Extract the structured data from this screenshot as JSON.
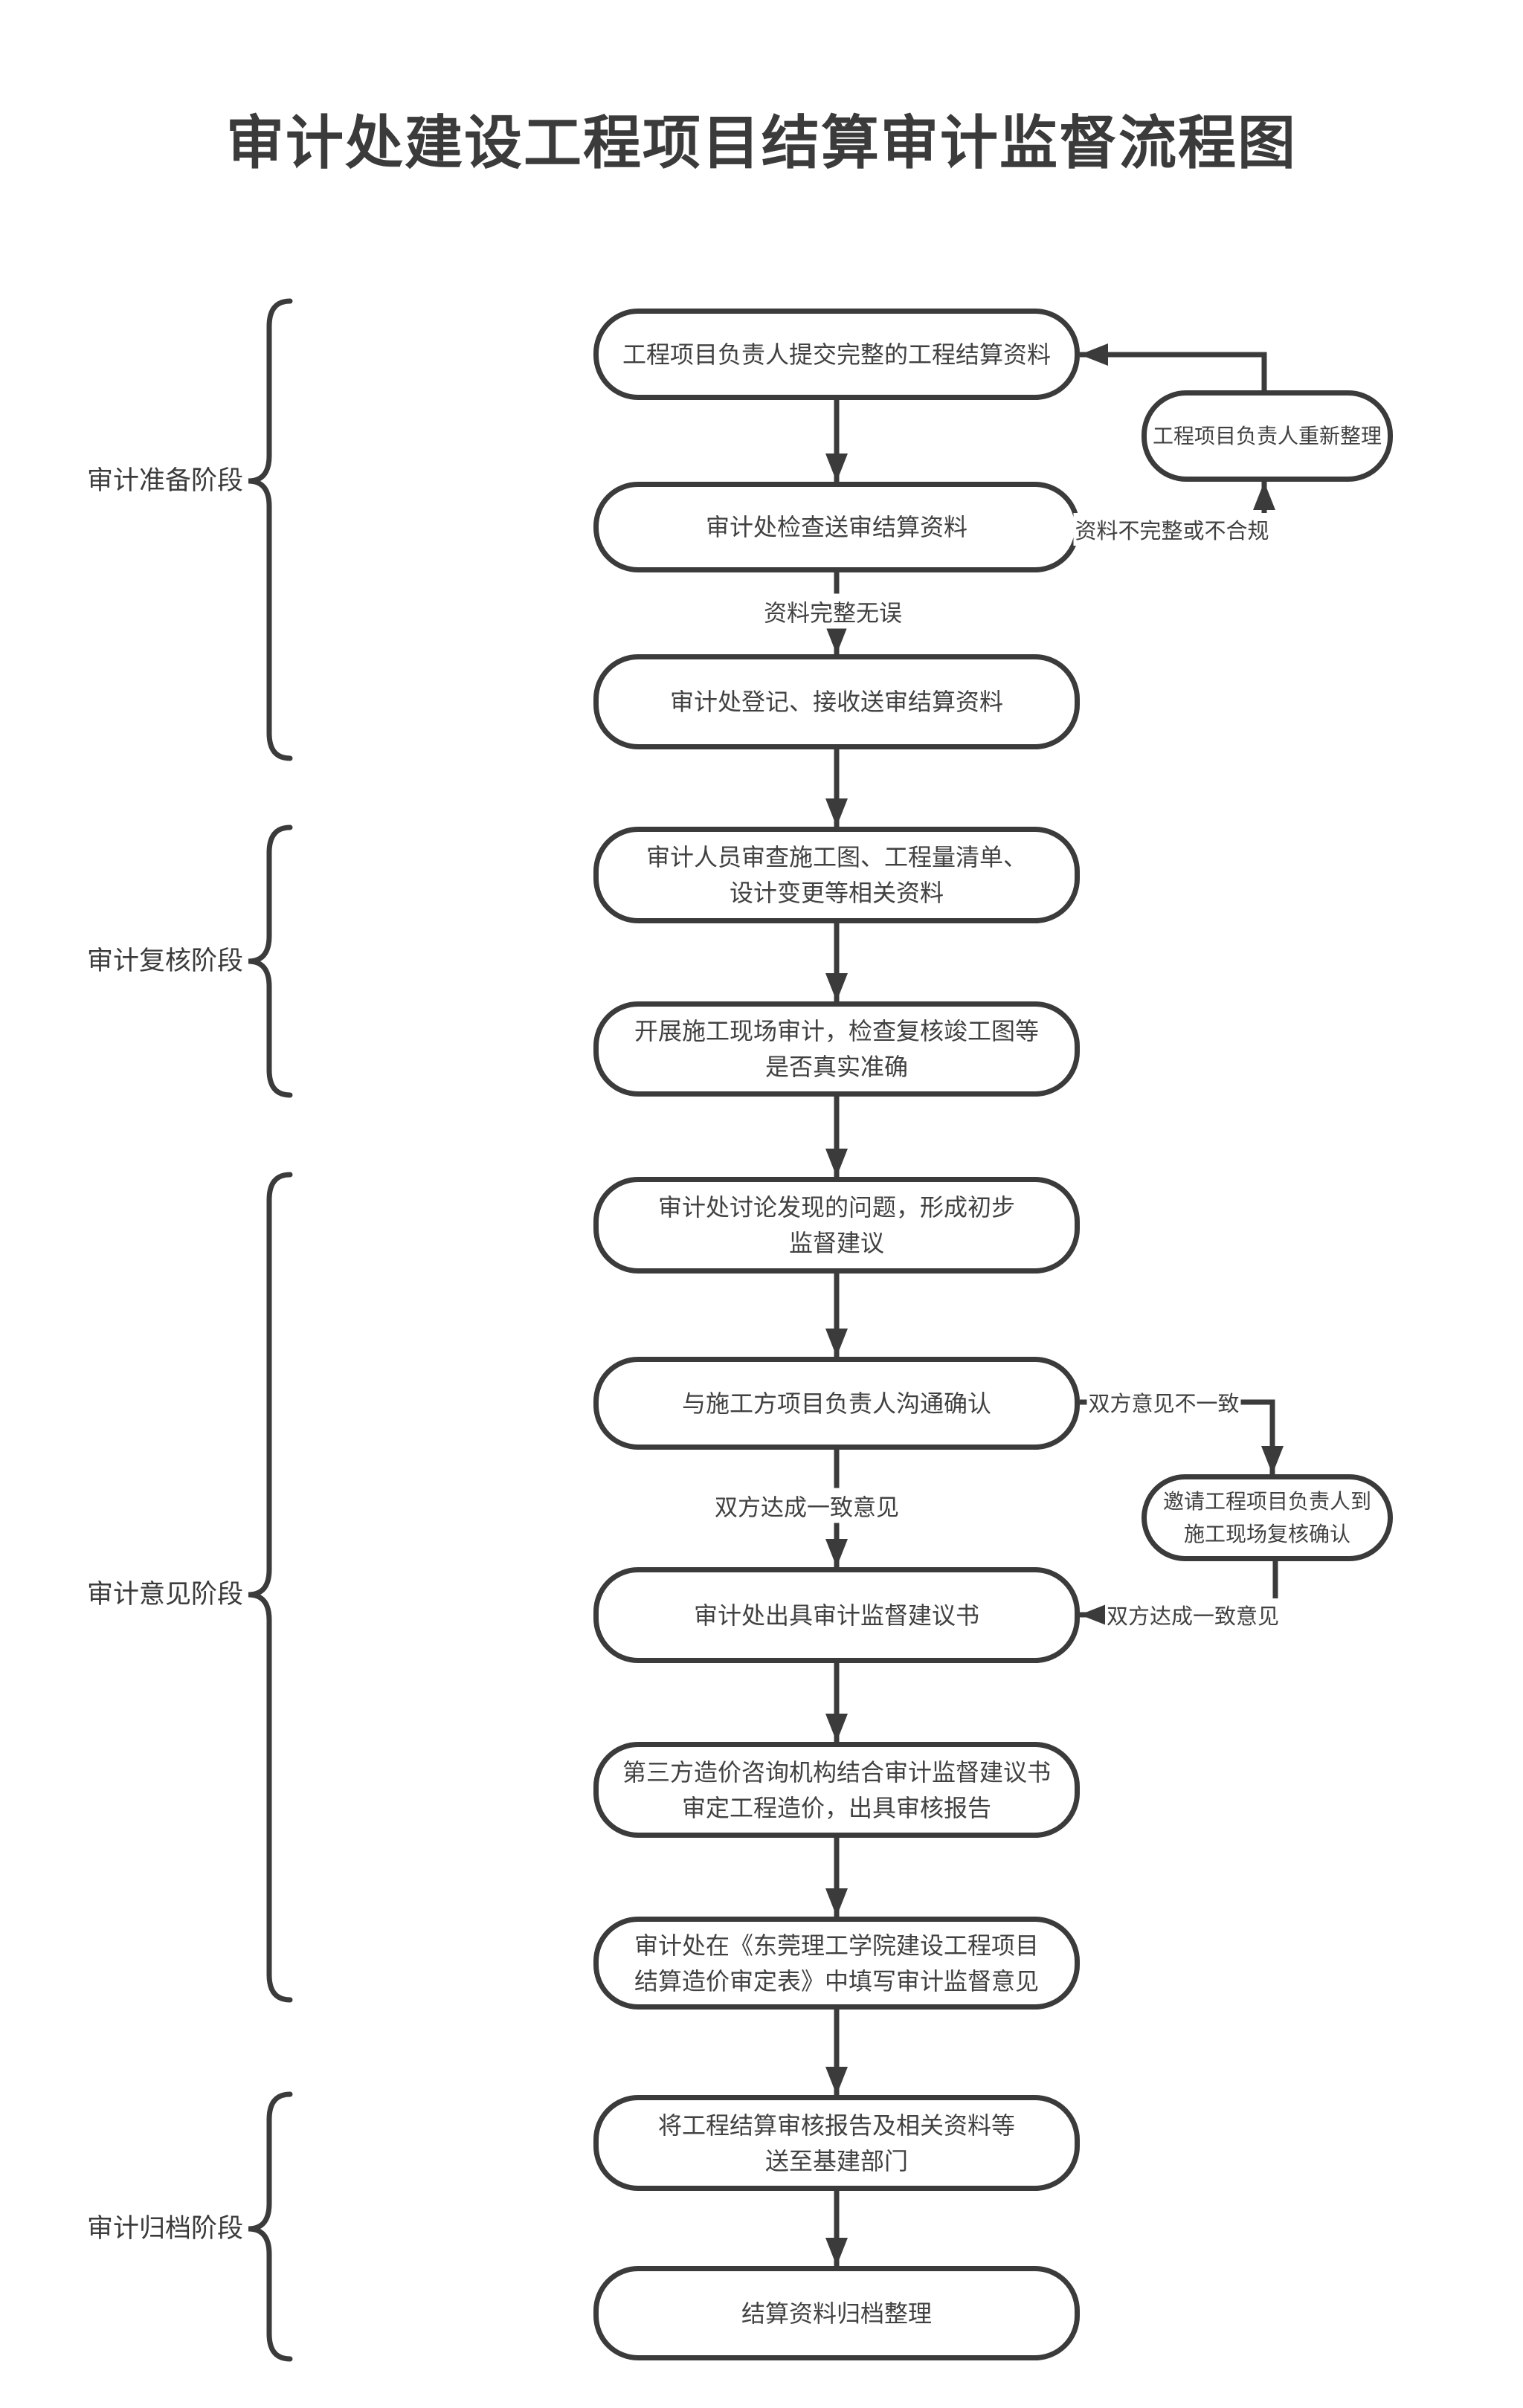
{
  "title": "审计处建设工程项目结算审计监督流程图",
  "phases": [
    {
      "label": "审计准备阶段"
    },
    {
      "label": "审计复核阶段"
    },
    {
      "label": "审计意见阶段"
    },
    {
      "label": "审计归档阶段"
    }
  ],
  "boxes": [
    {
      "lines": [
        "工程项目负责人提交完整的工程结算资料"
      ]
    },
    {
      "lines": [
        "审计处检查送审结算资料"
      ]
    },
    {
      "lines": [
        "审计处登记、接收送审结算资料"
      ]
    },
    {
      "lines": [
        "审计人员审查施工图、工程量清单、",
        "设计变更等相关资料"
      ]
    },
    {
      "lines": [
        "开展施工现场审计，检查复核竣工图等",
        "是否真实准确"
      ]
    },
    {
      "lines": [
        "审计处讨论发现的问题，形成初步",
        "监督建议"
      ]
    },
    {
      "lines": [
        "与施工方项目负责人沟通确认"
      ]
    },
    {
      "lines": [
        "审计处出具审计监督建议书"
      ]
    },
    {
      "lines": [
        "第三方造价咨询机构结合审计监督建议书",
        "审定工程造价，出具审核报告"
      ]
    },
    {
      "lines": [
        "审计处在《东莞理工学院建设工程项目",
        "结算造价审定表》中填写审计监督意见"
      ]
    },
    {
      "lines": [
        "将工程结算审核报告及相关资料等",
        "送至基建部门"
      ]
    },
    {
      "lines": [
        "结算资料归档整理"
      ]
    }
  ],
  "side_boxes": [
    {
      "lines": [
        "工程项目负责人重新整理"
      ]
    },
    {
      "lines": [
        "邀请工程项目负责人到",
        "施工现场复核确认"
      ]
    }
  ],
  "edge_labels": {
    "complete": "资料完整无误",
    "incomplete": "资料不完整或不合规",
    "disagree": "双方意见不一致",
    "agree_main": "双方达成一致意见",
    "agree_side": "双方达成一致意见"
  },
  "colors": {
    "line": "#3b3b3b",
    "text": "#414141",
    "background": "#ffffff"
  }
}
